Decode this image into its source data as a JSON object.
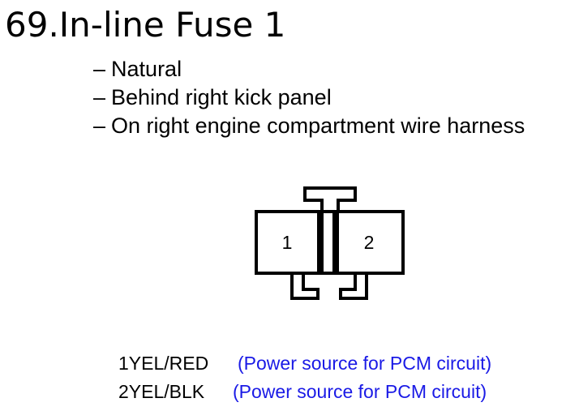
{
  "page": {
    "title": "69.In-line Fuse 1",
    "bullets": [
      "Natural",
      "Behind right kick panel",
      "On right engine compartment wire harness"
    ],
    "bullet_marker": "–"
  },
  "connector": {
    "terminals": [
      "1",
      "2"
    ]
  },
  "pins": [
    {
      "number": "1",
      "wire": "YEL/RED",
      "description": "(Power source for PCM circuit)"
    },
    {
      "number": "2",
      "wire": "YEL/BLK",
      "description": "(Power source for PCM circuit)"
    }
  ],
  "colors": {
    "description_text": "#1a1ae6",
    "diagram_line": "#000000"
  }
}
